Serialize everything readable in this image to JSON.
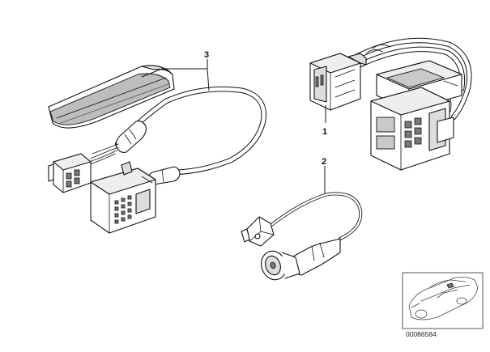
{
  "diagram": {
    "labels": {
      "item1": "1",
      "item2": "2",
      "item3": "3"
    },
    "document_number": "00086584"
  }
}
